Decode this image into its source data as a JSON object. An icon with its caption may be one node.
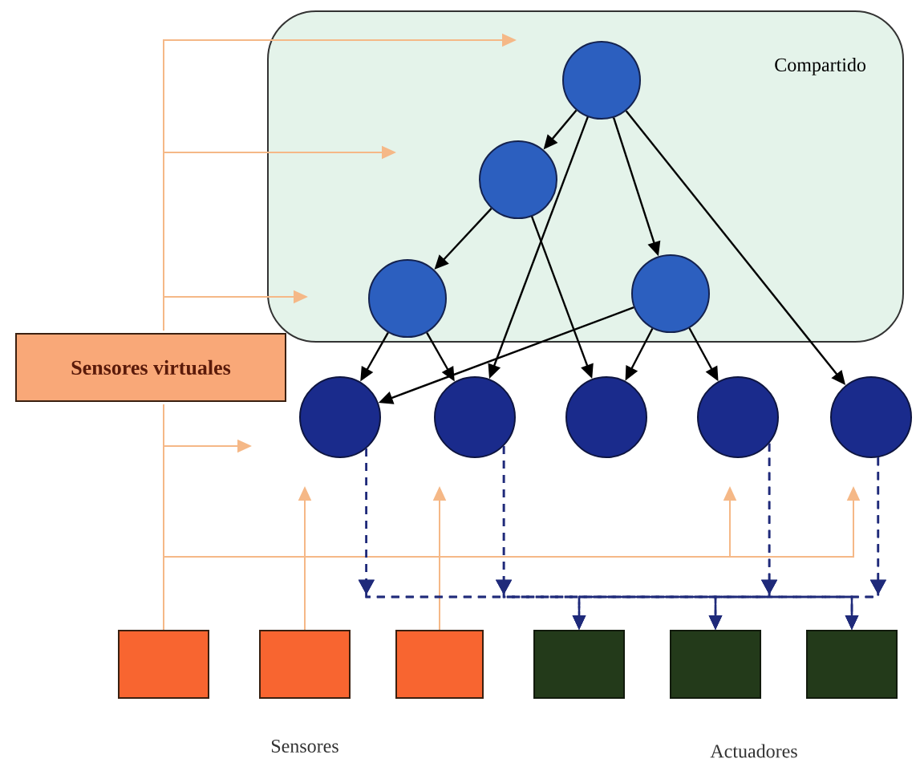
{
  "diagram": {
    "nodes": [
      {
        "text": [
          "Compartido"
        ]
      },
      {
        "text": [],
        "shape": "circle",
        "in": 0
      },
      {
        "text": [],
        "shape": "circle",
        "in": 0
      },
      {
        "text": [],
        "shape": "circle",
        "in": 0
      },
      {
        "text": [],
        "shape": "circle",
        "in": 0
      },
      {
        "text": [
          "Sensores virtuales"
        ]
      },
      {
        "text": [],
        "shape": "circle"
      },
      {
        "text": [],
        "shape": "circle"
      },
      {
        "text": [],
        "shape": "circle"
      },
      {
        "text": [],
        "shape": "circle"
      },
      {
        "text": [],
        "shape": "circle"
      },
      {
        "text": [],
        "shape": "box"
      },
      {
        "text": [],
        "shape": "box"
      },
      {
        "text": [],
        "shape": "box"
      },
      {
        "text": [],
        "shape": "box"
      },
      {
        "text": [],
        "shape": "box"
      },
      {
        "text": [],
        "shape": "box"
      }
    ],
    "edges": [
      {
        "from": 1,
        "to": 2,
        "arrow": "to",
        "color": "#000000"
      },
      {
        "from": 1,
        "to": 4,
        "arrow": "to",
        "color": "#000000"
      },
      {
        "from": 1,
        "to": 7,
        "arrow": "to",
        "color": "#000000"
      },
      {
        "from": 1,
        "to": 10,
        "arrow": "to",
        "color": "#000000"
      },
      {
        "from": 2,
        "to": 3,
        "arrow": "to",
        "color": "#000000"
      },
      {
        "from": 2,
        "to": 8,
        "arrow": "to",
        "color": "#000000"
      },
      {
        "from": 3,
        "to": 6,
        "arrow": "to",
        "color": "#000000"
      },
      {
        "from": 3,
        "to": 7,
        "arrow": "to",
        "color": "#000000"
      },
      {
        "from": 4,
        "to": 6,
        "arrow": "to",
        "color": "#000000"
      },
      {
        "from": 4,
        "to": 8,
        "arrow": "to",
        "color": "#000000"
      },
      {
        "from": 4,
        "to": 9,
        "arrow": "to",
        "color": "#000000"
      },
      {
        "from": 11,
        "to": null,
        "arrow": "to",
        "color": "#f5b887"
      },
      {
        "from": 11,
        "to": null,
        "arrow": "to",
        "color": "#f5b887"
      },
      {
        "from": 11,
        "to": null,
        "arrow": "to",
        "color": "#f5b887"
      },
      {
        "from": 11,
        "to": null,
        "arrow": "to",
        "color": "#f5b887"
      },
      {
        "from": 11,
        "to": null,
        "arrow": "to",
        "color": "#f5b887"
      },
      {
        "from": 11,
        "to": null,
        "arrow": "to",
        "color": "#f5b887"
      },
      {
        "from": 12,
        "to": null,
        "arrow": "to",
        "color": "#f5b887"
      },
      {
        "from": 13,
        "to": null,
        "arrow": "to",
        "color": "#f5b887"
      },
      {
        "from": 6,
        "to": 14,
        "arrow": "to",
        "style": "dashed",
        "color": "#1f2a7a"
      },
      {
        "from": 6,
        "to": 15,
        "arrow": "to",
        "style": "dashed",
        "color": "#1f2a7a"
      },
      {
        "from": 6,
        "to": 16,
        "arrow": "to",
        "style": "dashed",
        "color": "#1f2a7a"
      },
      {
        "from": 7,
        "to": 14,
        "arrow": "to",
        "style": "dashed",
        "color": "#1f2a7a"
      },
      {
        "from": 7,
        "to": 15,
        "arrow": "to",
        "style": "dashed",
        "color": "#1f2a7a"
      },
      {
        "from": 7,
        "to": 16,
        "arrow": "to",
        "style": "dashed",
        "color": "#1f2a7a"
      },
      {
        "from": 9,
        "to": 14,
        "arrow": "to",
        "style": "dashed",
        "color": "#1f2a7a"
      },
      {
        "from": 9,
        "to": 15,
        "arrow": "to",
        "style": "dashed",
        "color": "#1f2a7a"
      },
      {
        "from": 9,
        "to": 16,
        "arrow": "to",
        "style": "dashed",
        "color": "#1f2a7a"
      },
      {
        "from": 10,
        "to": 14,
        "arrow": "to",
        "style": "dashed",
        "color": "#1f2a7a"
      },
      {
        "from": 10,
        "to": 15,
        "arrow": "to",
        "style": "dashed",
        "color": "#1f2a7a"
      },
      {
        "from": 10,
        "to": 16,
        "arrow": "to",
        "style": "dashed",
        "color": "#1f2a7a"
      }
    ],
    "labels": [
      "Sensores",
      "Actuadores"
    ]
  }
}
